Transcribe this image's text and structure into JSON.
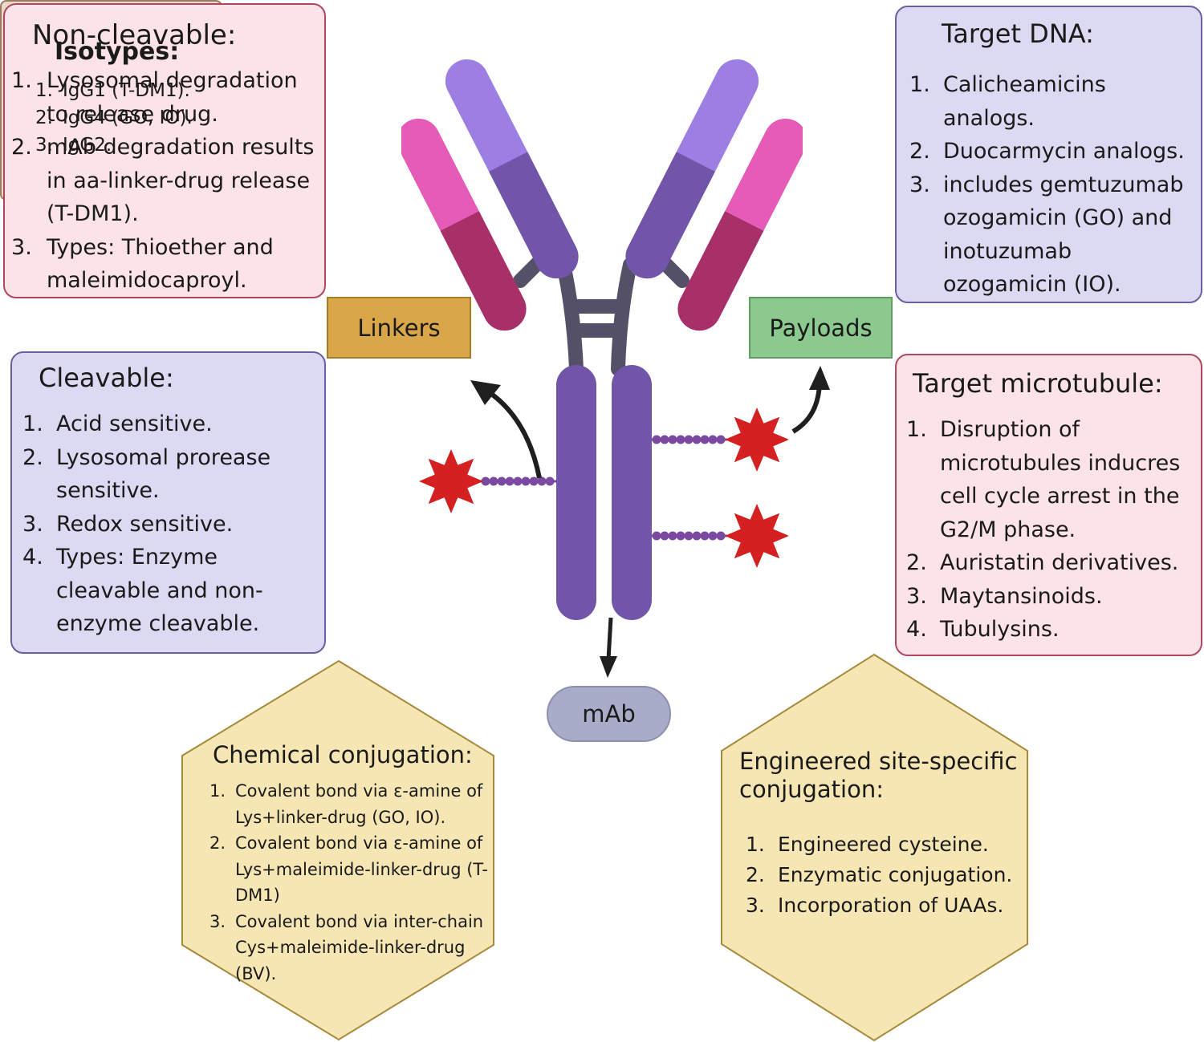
{
  "linkers_label": "Linkers",
  "payloads_label": "Payloads",
  "mab_label": "mAb",
  "non_cleavable": {
    "title": "Non-cleavable:",
    "items": [
      "Lysosomal degradation to release drug.",
      "mAb degradation results in aa-linker-drug release (T-DM1).",
      "Types: Thioether and maleimidocaproyl."
    ]
  },
  "cleavable": {
    "title": "Cleavable:",
    "items": [
      "Acid sensitive.",
      "Lysosomal prorease sensitive.",
      "Redox sensitive.",
      "Types: Enzyme cleavable and non-enzyme cleavable."
    ]
  },
  "target_dna": {
    "title": "Target DNA:",
    "items": [
      "Calicheamicins analogs.",
      "Duocarmycin analogs.",
      "includes gemtuzumab ozogamicin (GO) and inotuzumab ozogamicin (IO)."
    ]
  },
  "target_microtubule": {
    "title": "Target microtubule:",
    "items": [
      "Disruption of microtubules inducres cell cycle arrest in the G2/M phase.",
      "Auristatin derivatives.",
      "Maytansinoids.",
      "Tubulysins."
    ]
  },
  "chemical_conjugation": {
    "title": "Chemical conjugation:",
    "items": [
      "Covalent bond via ε-amine of Lys+linker-drug (GO, IO).",
      "Covalent bond via ε-amine of Lys+maleimide-linker-drug (T-DM1)",
      " Covalent bond via inter-chain Cys+maleimide-linker-drug (BV)."
    ]
  },
  "isotypes": {
    "title": "Isotypes:",
    "items": [
      "IgG1 (T-DM1).",
      "IgG4 (GO, IO).",
      "IgG2."
    ]
  },
  "engineered_conjugation": {
    "title": "Engineered site-specific conjugation:",
    "items": [
      "Engineered cysteine.",
      "Enzymatic conjugation.",
      "Incorporation of UAAs."
    ]
  },
  "colors": {
    "light_chain_pink": "#e55bb8",
    "light_chain_dark_pink": "#a83068",
    "heavy_chain_light_purple": "#9d7fe3",
    "heavy_chain_purple": "#7055a8",
    "hinge_gray": "#545068",
    "payload_red": "#d42020",
    "linker_dots": "#7a4aa0"
  }
}
